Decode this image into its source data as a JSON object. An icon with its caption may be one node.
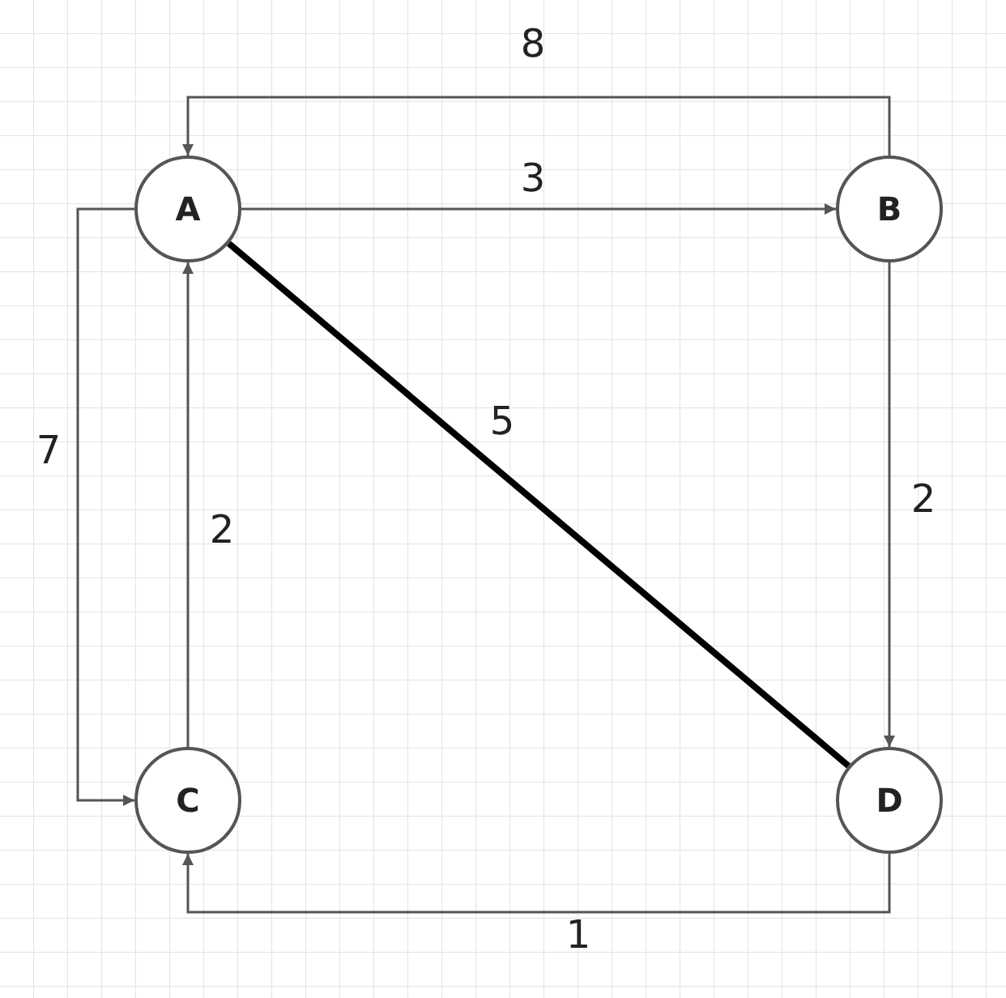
{
  "diagram": {
    "nodes": [
      {
        "text": [
          "A"
        ]
      },
      {
        "text": [
          "B"
        ]
      },
      {
        "text": [
          "C"
        ]
      },
      {
        "text": [
          "D"
        ]
      }
    ],
    "edges": [
      {
        "from": 1,
        "to": 0,
        "arrow": "to",
        "label": "8"
      },
      {
        "from": 0,
        "to": 1,
        "arrow": "to",
        "label": "3"
      },
      {
        "from": 0,
        "to": 3,
        "arrow": "none",
        "label": "5",
        "style": "thick",
        "color": "#000000"
      },
      {
        "from": 1,
        "to": 3,
        "arrow": "to",
        "label": "2"
      },
      {
        "from": 2,
        "to": 0,
        "arrow": "to",
        "label": "2"
      },
      {
        "from": 0,
        "to": 2,
        "arrow": "to",
        "label": "7"
      },
      {
        "from": 3,
        "to": 2,
        "arrow": "to",
        "label": "1"
      }
    ]
  }
}
